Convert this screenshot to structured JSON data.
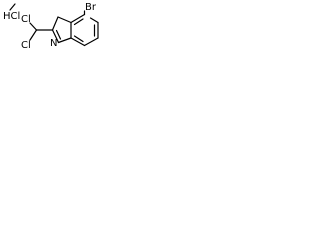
{
  "molecule": {
    "salt": {
      "label": "HCl"
    },
    "atoms": {
      "br": "Br",
      "n_ring": "N",
      "cl_upper": "Cl",
      "cl_lower": "Cl"
    },
    "colors": {
      "ink": "#000000",
      "background": "#ffffff"
    }
  }
}
